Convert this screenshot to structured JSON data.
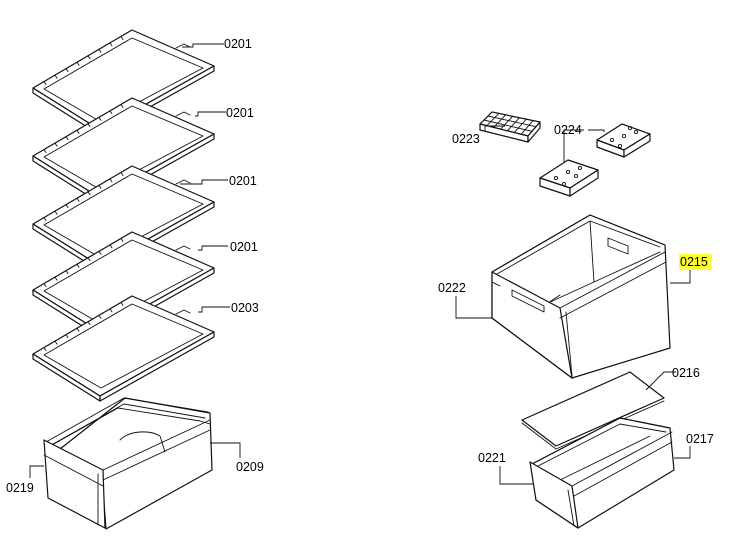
{
  "colors": {
    "line": "#111111",
    "highlight": "#ffff33",
    "background": "#ffffff"
  },
  "labels": {
    "shelf1": "0201",
    "shelf2": "0201",
    "shelf3": "0201",
    "shelf4": "0201",
    "shelf5": "0203",
    "left_drawer_body": "0209",
    "left_drawer_front": "0219",
    "ice_tray": "0223",
    "cold_packs": "0224",
    "freezer_drawer": "0215",
    "freezer_drawer_front": "0222",
    "glass_cover": "0216",
    "small_drawer_body": "0217",
    "small_drawer_front": "0221"
  },
  "highlighted_label": "freezer_drawer"
}
